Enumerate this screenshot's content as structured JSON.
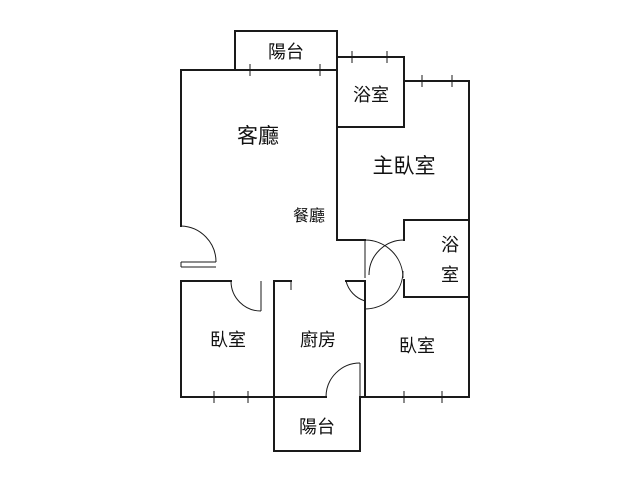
{
  "rooms": {
    "living_room": "客廳",
    "dining_room": "餐廳",
    "master_bedroom": "主臥室",
    "bath_top": "浴室",
    "bath_right_line1": "浴",
    "bath_right_line2": "室",
    "bedroom_left": "臥室",
    "bedroom_right": "臥室",
    "kitchen": "廚房",
    "balcony_top": "陽台",
    "balcony_bottom": "陽台"
  }
}
